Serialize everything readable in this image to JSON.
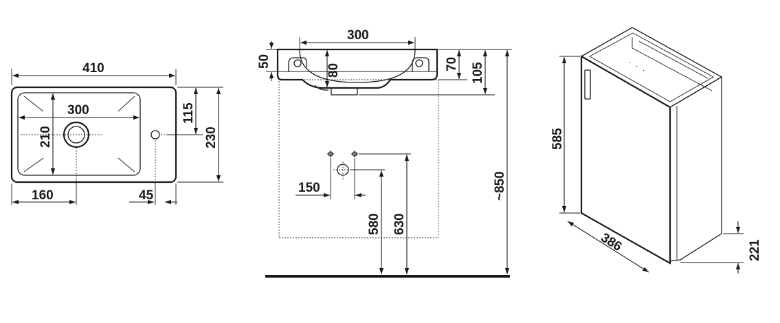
{
  "top_view": {
    "dims": {
      "width": "410",
      "bowl_width": "300",
      "bowl_depth": "210",
      "tap_offset": "115",
      "depth": "230",
      "drain_offset": "160",
      "tap_edge": "45"
    }
  },
  "front_view": {
    "dims": {
      "bowl_width": "300",
      "rim_height": "50",
      "bowl_height": "80",
      "body_height": "70",
      "total_height": "105",
      "drain_spacing": "150",
      "drain_height_low": "580",
      "drain_height_high": "630",
      "install_height": "~850"
    }
  },
  "cabinet_view": {
    "dims": {
      "height": "585",
      "width": "386",
      "depth": "221"
    }
  }
}
